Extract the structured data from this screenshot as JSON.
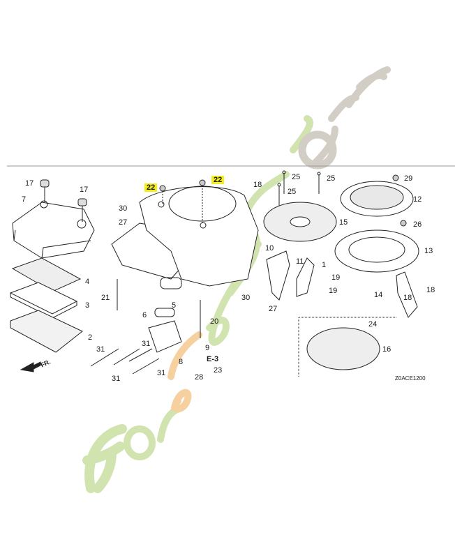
{
  "diagram": {
    "type": "exploded parts diagram",
    "figure_code": "Z0ACE1200",
    "front_marker": "FR.",
    "reference": "E-3",
    "highlighted_parts": [
      "22"
    ],
    "watermark": {
      "text": "foretgarden.com",
      "colors": {
        "green": "#c9dfa0",
        "orange": "#f5c98f",
        "gray": "#cbc5bb"
      }
    },
    "colors": {
      "line": "#222222",
      "highlight": "#f4ef1a",
      "divider": "#999999"
    }
  },
  "callouts": [
    {
      "id": "c17a",
      "text": "17"
    },
    {
      "id": "c17b",
      "text": "17"
    },
    {
      "id": "c7",
      "text": "7"
    },
    {
      "id": "c4",
      "text": "4"
    },
    {
      "id": "c3",
      "text": "3"
    },
    {
      "id": "c2",
      "text": "2"
    },
    {
      "id": "c30a",
      "text": "30"
    },
    {
      "id": "c27a",
      "text": "27"
    },
    {
      "id": "c22a",
      "text": "22"
    },
    {
      "id": "c22b",
      "text": "22"
    },
    {
      "id": "c18a",
      "text": "18"
    },
    {
      "id": "c25a",
      "text": "25"
    },
    {
      "id": "c25b",
      "text": "25"
    },
    {
      "id": "c25c",
      "text": "25"
    },
    {
      "id": "c29",
      "text": "29"
    },
    {
      "id": "c12",
      "text": "12"
    },
    {
      "id": "c15",
      "text": "15"
    },
    {
      "id": "c26",
      "text": "26"
    },
    {
      "id": "c13",
      "text": "13"
    },
    {
      "id": "c10",
      "text": "10"
    },
    {
      "id": "c11",
      "text": "11"
    },
    {
      "id": "c1",
      "text": "1"
    },
    {
      "id": "c19a",
      "text": "19"
    },
    {
      "id": "c19b",
      "text": "19"
    },
    {
      "id": "c14",
      "text": "14"
    },
    {
      "id": "c18b",
      "text": "18"
    },
    {
      "id": "c18c",
      "text": "18"
    },
    {
      "id": "c21",
      "text": "21"
    },
    {
      "id": "c5",
      "text": "5"
    },
    {
      "id": "c30b",
      "text": "30"
    },
    {
      "id": "c27b",
      "text": "27"
    },
    {
      "id": "c6",
      "text": "6"
    },
    {
      "id": "c20",
      "text": "20"
    },
    {
      "id": "c9",
      "text": "9"
    },
    {
      "id": "cE3",
      "text": "E-3"
    },
    {
      "id": "c8",
      "text": "8"
    },
    {
      "id": "c23",
      "text": "23"
    },
    {
      "id": "c28",
      "text": "28"
    },
    {
      "id": "c31a",
      "text": "31"
    },
    {
      "id": "c31b",
      "text": "31"
    },
    {
      "id": "c31c",
      "text": "31"
    },
    {
      "id": "c31d",
      "text": "31"
    },
    {
      "id": "c24",
      "text": "24"
    },
    {
      "id": "c16",
      "text": "16"
    }
  ]
}
